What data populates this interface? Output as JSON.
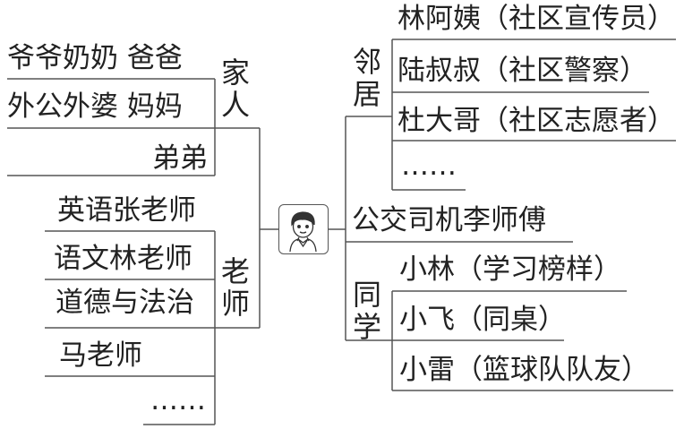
{
  "center": {
    "icon": "child-avatar-icon"
  },
  "left": {
    "family": {
      "group_label": "家人",
      "members": [
        "爷爷奶奶  爸爸",
        "外公外婆  妈妈",
        "弟弟"
      ]
    },
    "teachers": {
      "group_label": "老师",
      "members": [
        "英语张老师",
        "语文林老师",
        "道德与法治",
        "马老师",
        "……"
      ]
    }
  },
  "right": {
    "neighbors": {
      "group_label": "邻居",
      "members": [
        "林阿姨（社区宣传员）",
        "陆叔叔（社区警察）",
        "杜大哥（社区志愿者）",
        "……"
      ]
    },
    "bus_driver": "公交司机李师傅",
    "classmates": {
      "group_label": "同学",
      "members": [
        "小林（学习榜样）",
        "小飞（同桌）",
        "小雷（篮球队队友）"
      ]
    }
  },
  "colors": {
    "line": "#555555",
    "text": "#222222"
  }
}
